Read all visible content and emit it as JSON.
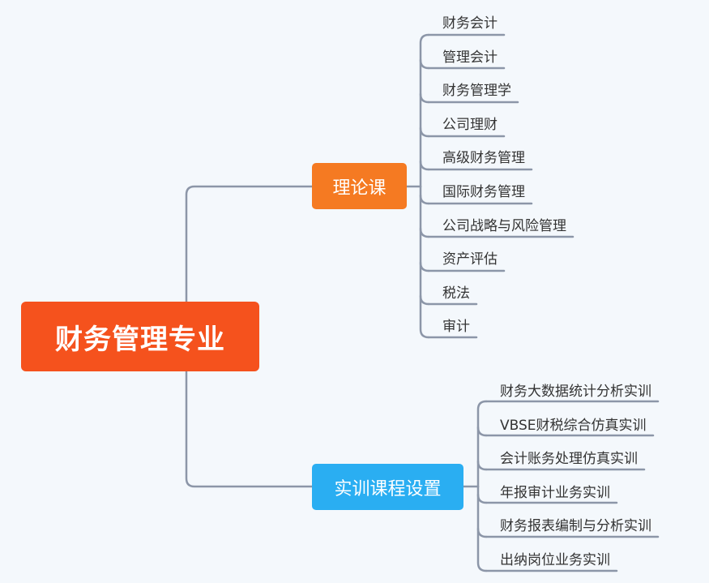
{
  "root": {
    "label": "财务管理专业"
  },
  "branches": [
    {
      "label": "理论课",
      "color": "#f57a22",
      "children": [
        "财务会计",
        "管理会计",
        "财务管理学",
        "公司理财",
        "高级财务管理",
        "国际财务管理",
        "公司战略与风险管理",
        "资产评估",
        "税法",
        "审计"
      ]
    },
    {
      "label": "实训课程设置",
      "color": "#2aaef2",
      "children": [
        "财务大数据统计分析实训",
        "VBSE财税综合仿真实训",
        "会计账务处理仿真实训",
        "年报审计业务实训",
        "财务报表编制与分析实训",
        "出纳岗位业务实训"
      ]
    }
  ],
  "colors": {
    "root": "#f5521d",
    "connector": "#8c96a8",
    "background": "#f4f8fc"
  }
}
